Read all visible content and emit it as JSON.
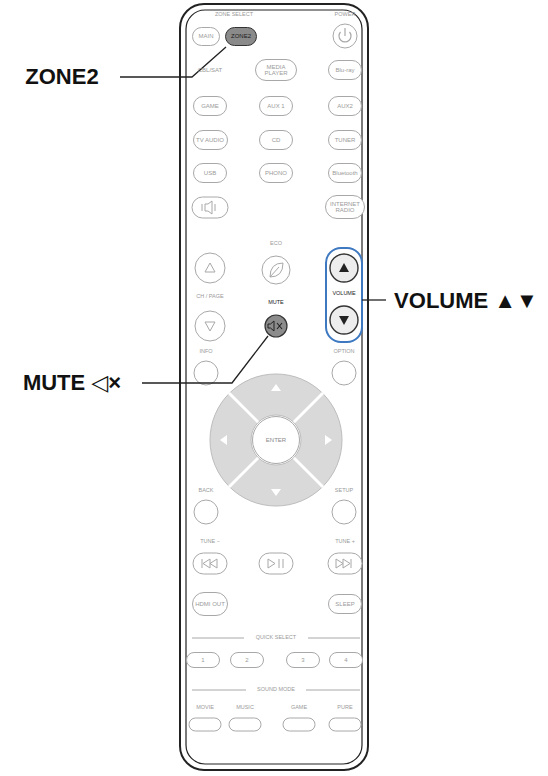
{
  "diagram": {
    "nodes": [
      {
        "text": [
          "MAIN"
        ]
      },
      {
        "text": [
          "ZONE2"
        ]
      },
      {
        "text": [
          "MEDIA PLAYER"
        ]
      },
      {
        "text": [
          "Blu-ray"
        ]
      },
      {
        "text": [
          "GAME"
        ]
      },
      {
        "text": [
          "AUX 1"
        ]
      },
      {
        "text": [
          "AUX2"
        ]
      },
      {
        "text": [
          "TV AUDIO"
        ]
      },
      {
        "text": [
          "CD"
        ]
      },
      {
        "text": [
          "TUNER"
        ]
      },
      {
        "text": [
          "USB"
        ]
      },
      {
        "text": [
          "PHONO"
        ]
      },
      {
        "text": [
          "Bluetooth"
        ]
      },
      {
        "text": [
          "INTERNET RADIO"
        ]
      },
      {
        "text": [
          "ENTER"
        ]
      },
      {
        "text": [
          "HDMI OUT"
        ]
      },
      {
        "text": [
          "SLEEP"
        ]
      },
      {
        "text": [
          "1"
        ]
      },
      {
        "text": [
          "2"
        ]
      },
      {
        "text": [
          "3"
        ]
      },
      {
        "text": [
          "4"
        ]
      }
    ],
    "labels": [
      "ZONE SELECT",
      "POWER",
      "CBL/SAT",
      "ECO",
      "CH / PAGE",
      "VOLUME",
      "MUTE",
      "INFO",
      "OPTION",
      "BACK",
      "SETUP",
      "TUNE −",
      "TUNE +",
      "QUICK SELECT",
      "SOUND MODE",
      "MOVIE",
      "MUSIC",
      "GAME",
      "PURE",
      "ZONE2",
      "VOLUME ▲▼",
      "MUTE ◁×"
    ]
  }
}
